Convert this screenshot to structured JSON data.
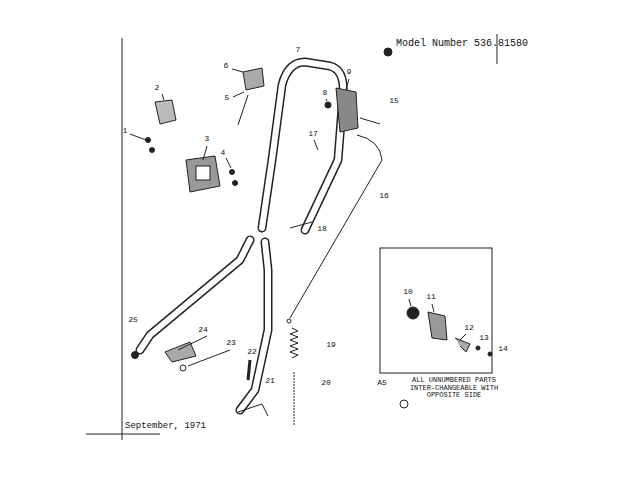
{
  "diagram": {
    "labels": [
      "Model Number 536.81580",
      "1",
      "2",
      "3",
      "4",
      "5",
      "6",
      "7",
      "8",
      "9",
      "15",
      "17",
      "16",
      "18",
      "10",
      "11",
      "12",
      "13",
      "14",
      "19",
      "20",
      "21",
      "22",
      "23",
      "24",
      "25",
      "A5",
      "ALL UNNUMBERED PARTS INTER-CHANGEABLE WITH OPPOSITE SIDE",
      "September, 1971"
    ]
  }
}
